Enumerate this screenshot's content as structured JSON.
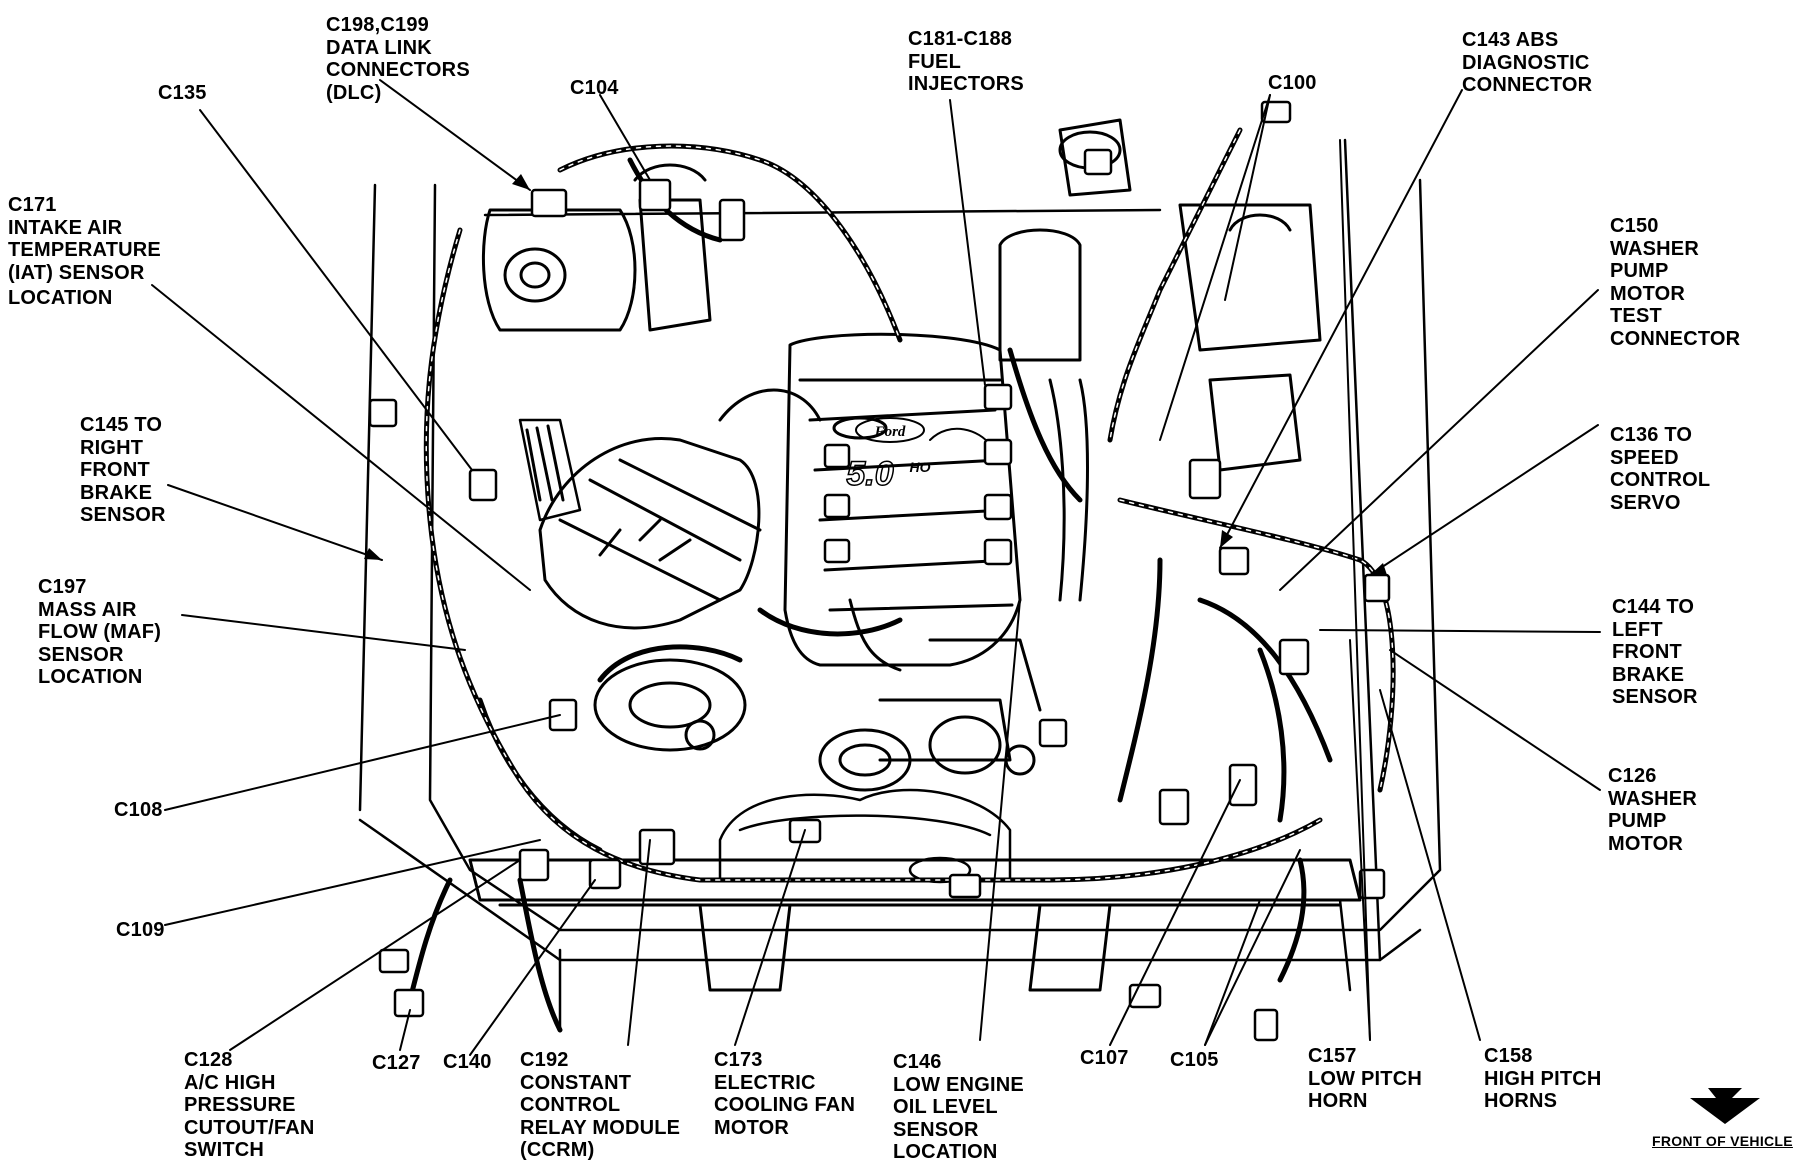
{
  "diagram": {
    "callouts": [
      {
        "id": "c198",
        "lines": [
          "C198,C199",
          "DATA LINK",
          "CONNECTORS",
          "(DLC)"
        ]
      },
      {
        "id": "c135",
        "lines": [
          "C135"
        ]
      },
      {
        "id": "c104",
        "lines": [
          "C104"
        ]
      },
      {
        "id": "c171",
        "lines": [
          "C171",
          "INTAKE AIR",
          "TEMPERATURE",
          "(IAT) SENSOR",
          "LOCATION"
        ]
      },
      {
        "id": "c181",
        "lines": [
          "C181-C188",
          "FUEL",
          "INJECTORS"
        ]
      },
      {
        "id": "c100",
        "lines": [
          "C100"
        ]
      },
      {
        "id": "c143",
        "lines": [
          "C143 ABS",
          "DIAGNOSTIC",
          "CONNECTOR"
        ]
      },
      {
        "id": "c150",
        "lines": [
          "C150",
          "WASHER",
          "PUMP",
          "MOTOR",
          "TEST",
          "CONNECTOR"
        ]
      },
      {
        "id": "c145",
        "lines": [
          "C145 TO",
          "RIGHT",
          "FRONT",
          "BRAKE",
          "SENSOR"
        ]
      },
      {
        "id": "c136",
        "lines": [
          "C136 TO",
          "SPEED",
          "CONTROL",
          "SERVO"
        ]
      },
      {
        "id": "c197",
        "lines": [
          "C197",
          "MASS AIR",
          "FLOW (MAF)",
          "SENSOR",
          "LOCATION"
        ]
      },
      {
        "id": "c144",
        "lines": [
          "C144 TO",
          "LEFT",
          "FRONT",
          "BRAKE",
          "SENSOR"
        ]
      },
      {
        "id": "c126",
        "lines": [
          "C126",
          "WASHER",
          "PUMP",
          "MOTOR"
        ]
      },
      {
        "id": "c108",
        "lines": [
          "C108"
        ]
      },
      {
        "id": "c109",
        "lines": [
          "C109"
        ]
      },
      {
        "id": "c128",
        "lines": [
          "C128",
          "A/C HIGH",
          "PRESSURE",
          "CUTOUT/FAN",
          "SWITCH"
        ]
      },
      {
        "id": "c127",
        "lines": [
          "C127"
        ]
      },
      {
        "id": "c140",
        "lines": [
          "C140"
        ]
      },
      {
        "id": "c192",
        "lines": [
          "C192",
          "CONSTANT",
          "CONTROL",
          "RELAY MODULE",
          "(CCRM)"
        ]
      },
      {
        "id": "c173",
        "lines": [
          "C173",
          "ELECTRIC",
          "COOLING FAN",
          "MOTOR"
        ]
      },
      {
        "id": "c146",
        "lines": [
          "C146",
          "LOW ENGINE",
          "OIL LEVEL",
          "SENSOR",
          "LOCATION"
        ]
      },
      {
        "id": "c107",
        "lines": [
          "C107"
        ]
      },
      {
        "id": "c105",
        "lines": [
          "C105"
        ]
      },
      {
        "id": "c157",
        "lines": [
          "C157",
          "LOW PITCH",
          "HORN"
        ]
      },
      {
        "id": "c158",
        "lines": [
          "C158",
          "HIGH PITCH",
          "HORNS"
        ]
      }
    ],
    "engine_badge_brand": "Ford",
    "engine_badge_size": "5.0",
    "engine_badge_suffix": "HO",
    "front_of_vehicle": "FRONT OF VEHICLE"
  }
}
